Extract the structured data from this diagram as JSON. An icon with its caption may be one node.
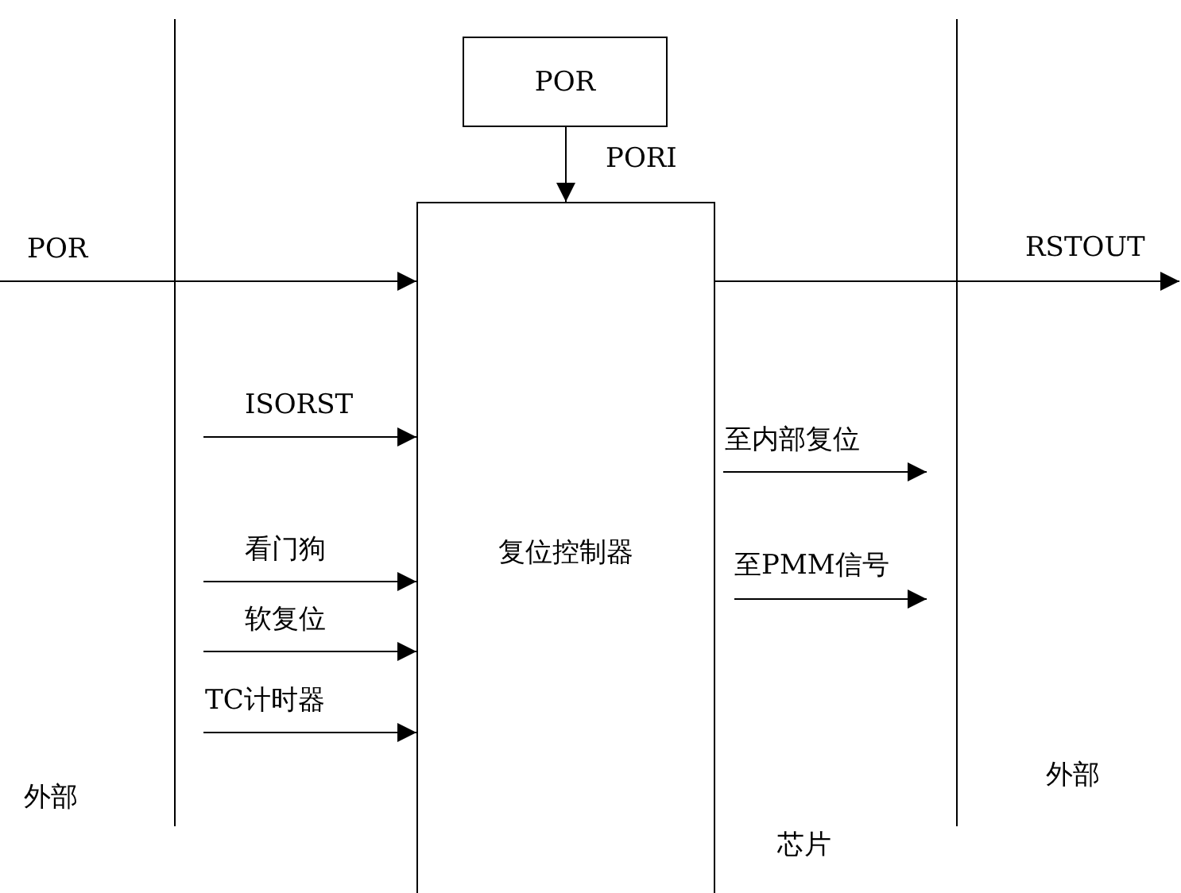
{
  "diagram": {
    "nodes": [
      {
        "text": [
          "POR"
        ]
      },
      {
        "text": [
          "复位控制器"
        ]
      }
    ],
    "edges": [
      {
        "from": 0,
        "to": 1,
        "arrow": "to",
        "label": "PORI"
      },
      {
        "from": null,
        "to": 1,
        "arrow": "to",
        "label": "POR"
      },
      {
        "from": 1,
        "to": null,
        "arrow": "to",
        "label": "RSTOUT"
      },
      {
        "from": null,
        "to": 1,
        "arrow": "to",
        "label": "ISORST"
      },
      {
        "from": null,
        "to": 1,
        "arrow": "to",
        "label": "看门狗"
      },
      {
        "from": null,
        "to": 1,
        "arrow": "to",
        "label": "软复位"
      },
      {
        "from": null,
        "to": 1,
        "arrow": "to",
        "label": "TC计时器"
      },
      {
        "from": 1,
        "to": null,
        "arrow": "to",
        "label": "至内部复位"
      },
      {
        "from": 1,
        "to": null,
        "arrow": "to",
        "label": "至PMM信号"
      }
    ],
    "labels": [
      "外部",
      "外部",
      "芯片"
    ]
  }
}
